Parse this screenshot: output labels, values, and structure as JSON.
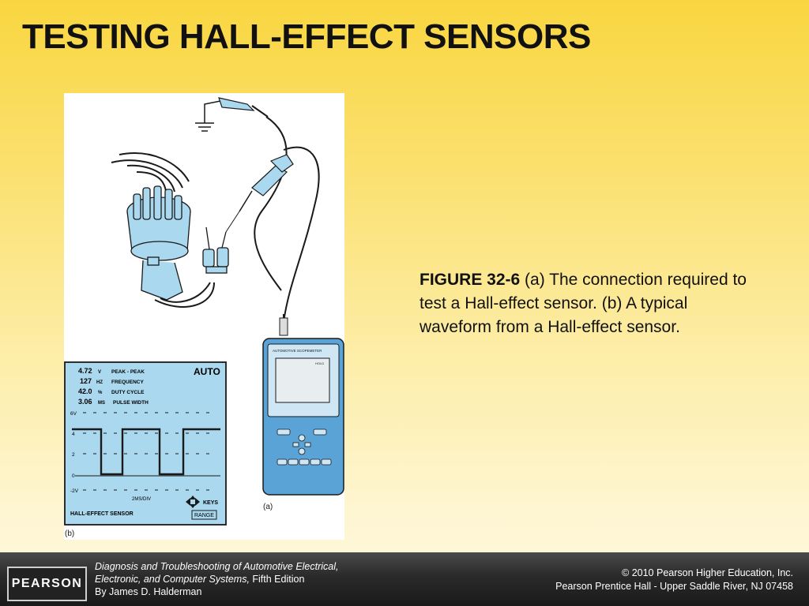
{
  "slide": {
    "title": "TESTING HALL-EFFECT SENSORS"
  },
  "caption": {
    "label": "FIGURE 32-6",
    "text": " (a) The connection required to test a Hall-effect sensor. (b) A typical waveform from a Hall-effect sensor."
  },
  "figure": {
    "part_a_label": "(a)",
    "part_b_label": "(b)",
    "scope_device": {
      "header": "AUTOMOTIVE SCOPEMETER",
      "screen_tag": "HOLD"
    },
    "readout": {
      "peak": {
        "value": "4.72",
        "unit": "V",
        "label": "PEAK - PEAK"
      },
      "frequency": {
        "value": "127",
        "unit": "HZ",
        "label": "FREQUENCY"
      },
      "duty": {
        "value": "42.0",
        "unit": "%",
        "label": "DUTY CYCLE"
      },
      "pulse": {
        "value": "3.06",
        "unit": "MS",
        "label": "PULSE WIDTH"
      },
      "mode": "AUTO",
      "y_labels": [
        "6V",
        "4",
        "2",
        "0",
        "-2V"
      ],
      "timebase": "2MS/DIV",
      "keys": "KEYS",
      "sensor_name": "HALL-EFFECT SENSOR",
      "range_button": "RANGE"
    },
    "colors": {
      "diagram_blue": "#a9d8ef",
      "outline": "#1a1a1a"
    }
  },
  "footer": {
    "logo": "PEARSON",
    "book_line1": "Diagnosis and Troubleshooting of Automotive Electrical,",
    "book_line2_italic": "Electronic, and Computer Systems,",
    "book_line2_rest": " Fifth Edition",
    "book_line3": "By James D. Halderman",
    "copyright_line1": "© 2010 Pearson Higher Education, Inc.",
    "copyright_line2": "Pearson Prentice Hall - Upper Saddle River, NJ 07458"
  }
}
